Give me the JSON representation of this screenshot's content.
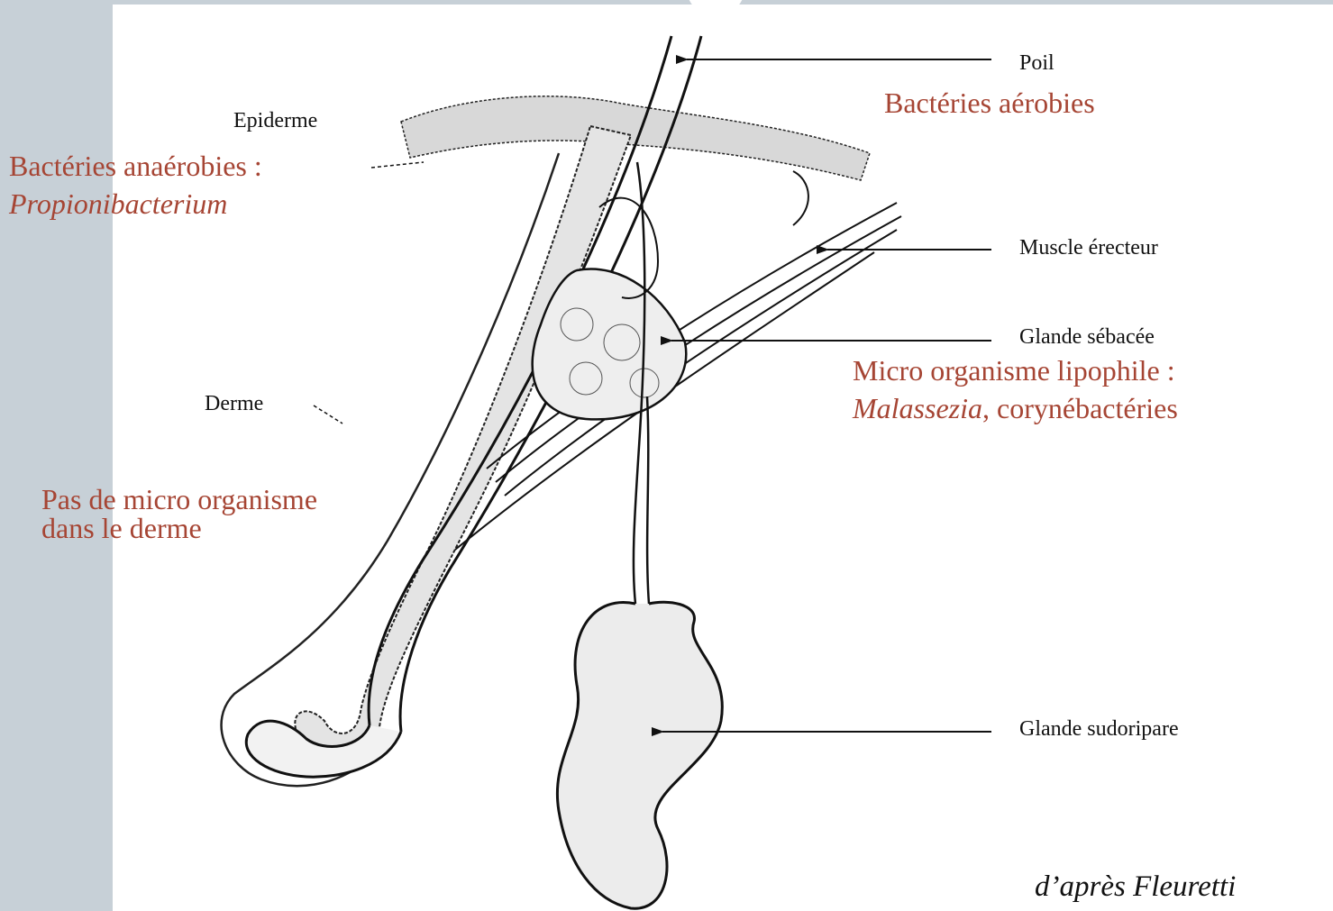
{
  "diagram": {
    "structures": {
      "poil": "Poil",
      "epiderme": "Epiderme",
      "derme": "Derme",
      "muscle": "Muscle érecteur",
      "glande_sebacee": "Glande sébacée",
      "glande_sudoripare": "Glande sudoripare"
    },
    "annotations": {
      "poil_bacteria": "Bactéries aérobies",
      "epiderme_bacteria": "Bactéries anaérobies :",
      "epiderme_genus": "Propionibacterium",
      "sebacee_line1": "Micro organisme lipophile :",
      "sebacee_genus": "Malassezia",
      "sebacee_rest": ", corynébactéries",
      "derme_note": "Pas de micro organisme dans le derme"
    },
    "credit": "d’après Fleuretti"
  },
  "colors": {
    "annotation": "#a64534",
    "drawing": "#111111",
    "sidebar": "#c7d0d7"
  }
}
